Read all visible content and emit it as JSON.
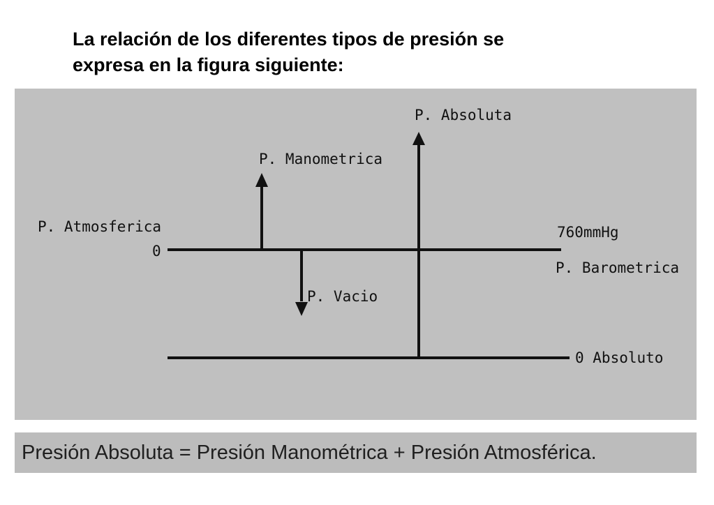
{
  "heading": {
    "line1": "La relación de los diferentes tipos de presión se",
    "line2": "expresa en la figura siguiente:"
  },
  "diagram": {
    "labels": {
      "absoluta": "P. Absoluta",
      "manometrica": "P. Manometrica",
      "atmosferica": "P. Atmosferica",
      "cero_atmosferico": "0",
      "mmhg": "760mmHg",
      "barometrica": "P. Barometrica",
      "vacio": "P. Vacio",
      "cero_absoluto": "0 Absoluto"
    },
    "colors": {
      "panel": "#c0c0c0",
      "ink": "#111111"
    }
  },
  "formula": {
    "text": "Presión Absoluta = Presión Manométrica + Presión Atmosférica."
  }
}
